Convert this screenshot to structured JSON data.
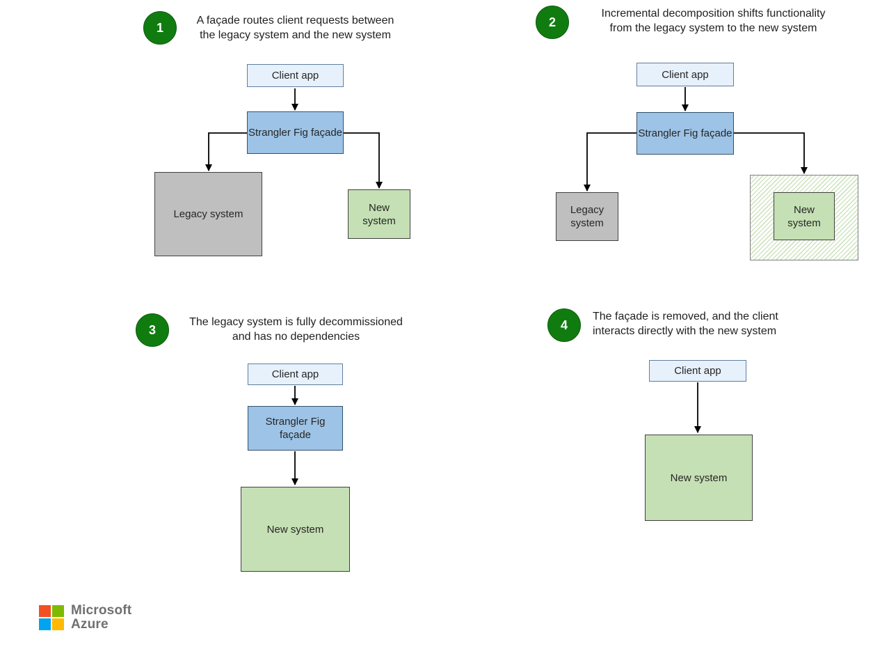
{
  "labels": {
    "client_app": "Client app",
    "strangler_facade": "Strangler Fig façade",
    "legacy_system": "Legacy system",
    "new_system": "New system"
  },
  "panels": [
    {
      "number": "1",
      "caption_line1": "A façade routes client requests between",
      "caption_line2": "the legacy system and the new system"
    },
    {
      "number": "2",
      "caption_line1": "Incremental decomposition shifts functionality",
      "caption_line2": "from the legacy system to the new system"
    },
    {
      "number": "3",
      "caption_line1": "The legacy system is fully decommissioned",
      "caption_line2": "and has no dependencies"
    },
    {
      "number": "4",
      "caption_line1": "The façade is removed, and the client",
      "caption_line2": "interacts directly with the new system"
    }
  ],
  "footer": {
    "brand_top": "Microsoft",
    "brand_bottom": "Azure"
  },
  "colors": {
    "step_badge_green": "#107C10",
    "client_fill": "#E7F1FB",
    "client_border": "#5E7F9C",
    "facade_fill": "#9DC3E6",
    "facade_border": "#33506B",
    "legacy_fill": "#BFBFBF",
    "legacy_border": "#404040",
    "new_fill": "#C5E0B4",
    "new_border": "#404040",
    "hatch_stripe": "#CFE4C0",
    "arrow": "#000000",
    "ms_red": "#F25022",
    "ms_green": "#7FBA00",
    "ms_blue": "#00A4EF",
    "ms_yellow": "#FFB900",
    "brand_text": "#706F6F"
  }
}
